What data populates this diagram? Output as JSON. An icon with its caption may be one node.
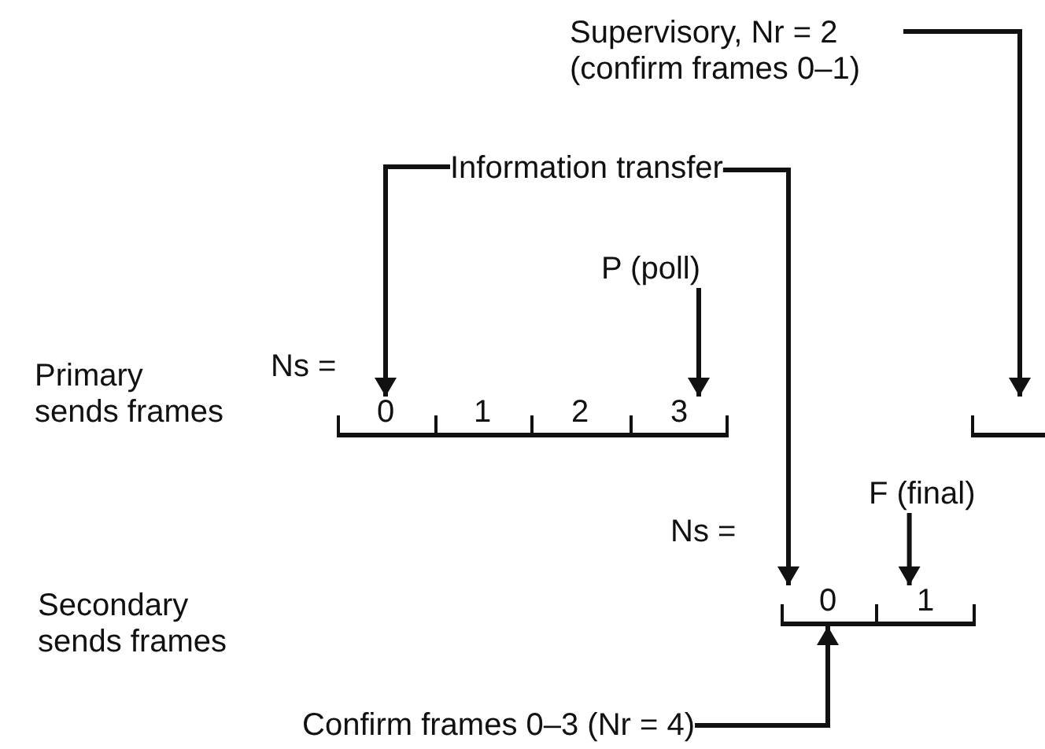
{
  "diagram": {
    "nodes": [
      {
        "text": [
          "Supervisory, Nr = 2 (confirm frames 0–1)"
        ]
      },
      {
        "text": [
          "Information transfer"
        ]
      },
      {
        "text": [
          "P (poll)"
        ]
      },
      {
        "text": [
          "0"
        ]
      },
      {
        "text": [
          "1"
        ]
      },
      {
        "text": [
          "2"
        ]
      },
      {
        "text": [
          "3"
        ]
      },
      {
        "text": [],
        "shape": "box"
      },
      {
        "text": [
          "F (final)"
        ]
      },
      {
        "text": [
          "0"
        ]
      },
      {
        "text": [
          "1"
        ]
      },
      {
        "text": [
          "Confirm frames 0–3 (Nr = 4)"
        ]
      }
    ],
    "edges": [
      {
        "from": 0,
        "to": 7,
        "arrow": "to"
      },
      {
        "from": 1,
        "to": 3,
        "arrow": "to"
      },
      {
        "from": 1,
        "to": 9,
        "arrow": "to"
      },
      {
        "from": 2,
        "to": 6,
        "arrow": "to"
      },
      {
        "from": 8,
        "to": 10,
        "arrow": "to"
      },
      {
        "from": 11,
        "to": 9,
        "arrow": "to"
      }
    ],
    "labels": [
      "Ns =",
      "Primary sends frames",
      "Ns =",
      "Secondary sends frames"
    ]
  }
}
